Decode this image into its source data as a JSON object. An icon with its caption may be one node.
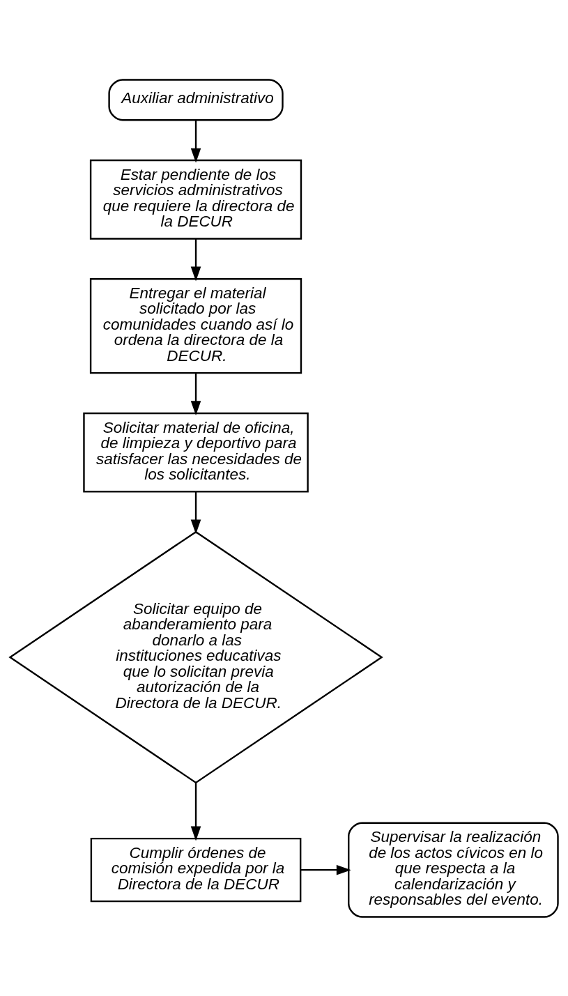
{
  "diagram": {
    "nodes": [
      {
        "text": [
          "Auxiliar administrativo"
        ]
      },
      {
        "text": [
          "Estar pendiente de los servicios administrativos que requiere la directora de la DECUR"
        ]
      },
      {
        "text": [
          "Entregar el material solicitado por las comunidades cuando así lo ordena la directora de la DECUR."
        ]
      },
      {
        "text": [
          "Solicitar material de oficina, de limpieza y deportivo para satisfacer las necesidades de los solicitantes."
        ]
      },
      {
        "text": [
          "Solicitar equipo de abanderamiento para donarlo a las instituciones educativas que lo solicitan previa autorización de la Directora de la DECUR."
        ]
      },
      {
        "text": [
          "Cumplir órdenes de comisión expedida por la Directora de la DECUR"
        ]
      },
      {
        "text": [
          "Supervisar la realización de los actos cívicos en lo que respecta a la calendarización y responsables del evento."
        ]
      }
    ],
    "edges": [
      {
        "from": 0,
        "to": 1,
        "arrow": "to"
      },
      {
        "from": 1,
        "to": 2,
        "arrow": "to"
      },
      {
        "from": 2,
        "to": 3,
        "arrow": "to"
      },
      {
        "from": 3,
        "to": 4,
        "arrow": "to"
      },
      {
        "from": 4,
        "to": 5,
        "arrow": "to"
      },
      {
        "from": 5,
        "to": 6,
        "arrow": "to"
      }
    ]
  }
}
